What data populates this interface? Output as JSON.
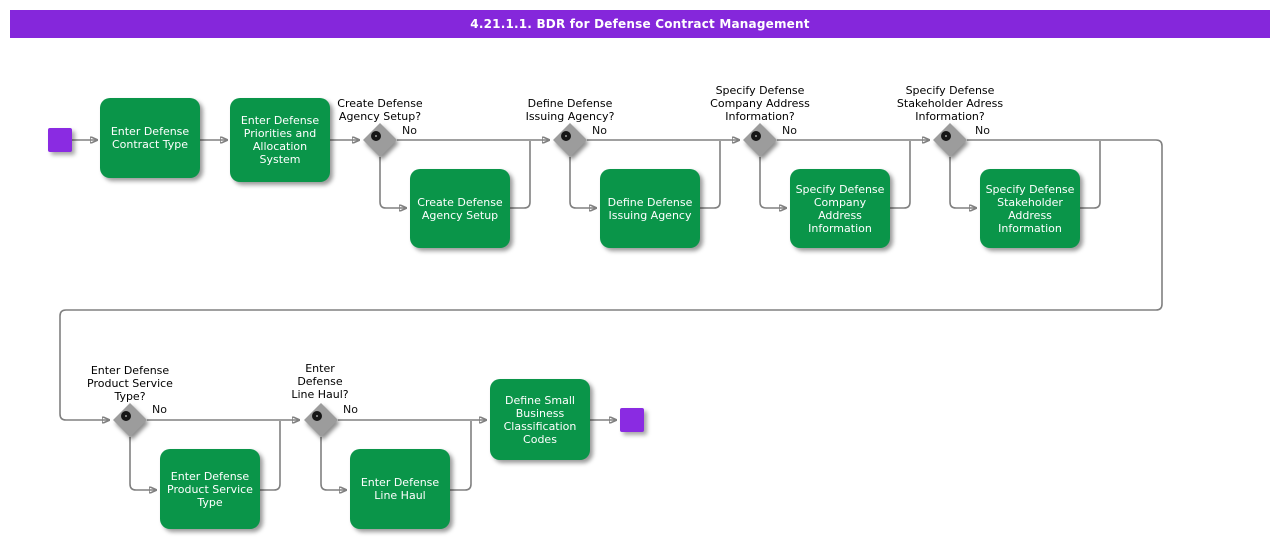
{
  "title": "4.21.1.1. BDR for Defense Contract Management",
  "colors": {
    "header_bg": "#8527DB",
    "start_end_fill": "#8A2BE2",
    "activity_fill": "#0A9549",
    "decision_fill": "#9C9C9C",
    "connector": "#808080"
  },
  "activities": [
    {
      "label": "Enter Defense\nContract Type"
    },
    {
      "label": "Enter Defense\nPriorities and\nAllocation\nSystem"
    },
    {
      "label": "Create Defense\nAgency Setup"
    },
    {
      "label": "Define Defense\nIssuing Agency"
    },
    {
      "label": "Specify Defense\nCompany\nAddress\nInformation"
    },
    {
      "label": "Specify Defense\nStakeholder\nAddress\nInformation"
    },
    {
      "label": "Enter Defense\nProduct Service\nType"
    },
    {
      "label": "Enter Defense\nLine Haul"
    },
    {
      "label": "Define Small\nBusiness\nClassification\nCodes"
    }
  ],
  "decisions": [
    {
      "question": "Create Defense\nAgency Setup?",
      "no_label": "No"
    },
    {
      "question": "Define Defense\nIssuing Agency?",
      "no_label": "No"
    },
    {
      "question": "Specify Defense\nCompany Address\nInformation?",
      "no_label": "No"
    },
    {
      "question": "Specify Defense\nStakeholder Adress\nInformation?",
      "no_label": "No"
    },
    {
      "question": "Enter Defense\nProduct Service\nType?",
      "no_label": "No"
    },
    {
      "question": "Enter\nDefense\nLine Haul?",
      "no_label": "No"
    }
  ],
  "edges": [
    {
      "from": "start",
      "to": "Enter Defense Contract Type"
    },
    {
      "from": "Enter Defense Contract Type",
      "to": "Enter Defense Priorities and Allocation System"
    },
    {
      "from": "Enter Defense Priorities and Allocation System",
      "to": "Create Defense Agency Setup?"
    },
    {
      "from": "Create Defense Agency Setup?",
      "label": "No",
      "to": "Define Defense Issuing Agency?"
    },
    {
      "from": "Create Defense Agency Setup?",
      "to": "Create Defense Agency Setup"
    },
    {
      "from": "Create Defense Agency Setup",
      "to": "Define Defense Issuing Agency?"
    },
    {
      "from": "Define Defense Issuing Agency?",
      "label": "No",
      "to": "Specify Defense Company Address Information?"
    },
    {
      "from": "Define Defense Issuing Agency?",
      "to": "Define Defense Issuing Agency"
    },
    {
      "from": "Define Defense Issuing Agency",
      "to": "Specify Defense Company Address Information?"
    },
    {
      "from": "Specify Defense Company Address Information?",
      "label": "No",
      "to": "Specify Defense Stakeholder Adress Information?"
    },
    {
      "from": "Specify Defense Company Address Information?",
      "to": "Specify Defense Company Address Information"
    },
    {
      "from": "Specify Defense Company Address Information",
      "to": "Specify Defense Stakeholder Adress Information?"
    },
    {
      "from": "Specify Defense Stakeholder Adress Information?",
      "label": "No",
      "to": "Enter Defense Product Service Type?"
    },
    {
      "from": "Specify Defense Stakeholder Adress Information?",
      "to": "Specify Defense Stakeholder Address Information"
    },
    {
      "from": "Specify Defense Stakeholder Address Information",
      "to": "Enter Defense Product Service Type?"
    },
    {
      "from": "Enter Defense Product Service Type?",
      "label": "No",
      "to": "Enter Defense Line Haul?"
    },
    {
      "from": "Enter Defense Product Service Type?",
      "to": "Enter Defense Product Service Type"
    },
    {
      "from": "Enter Defense Product Service Type",
      "to": "Enter Defense Line Haul?"
    },
    {
      "from": "Enter Defense Line Haul?",
      "label": "No",
      "to": "Define Small Business Classification Codes"
    },
    {
      "from": "Enter Defense Line Haul?",
      "to": "Enter Defense Line Haul"
    },
    {
      "from": "Enter Defense Line Haul",
      "to": "Define Small Business Classification Codes"
    },
    {
      "from": "Define Small Business Classification Codes",
      "to": "end"
    }
  ]
}
